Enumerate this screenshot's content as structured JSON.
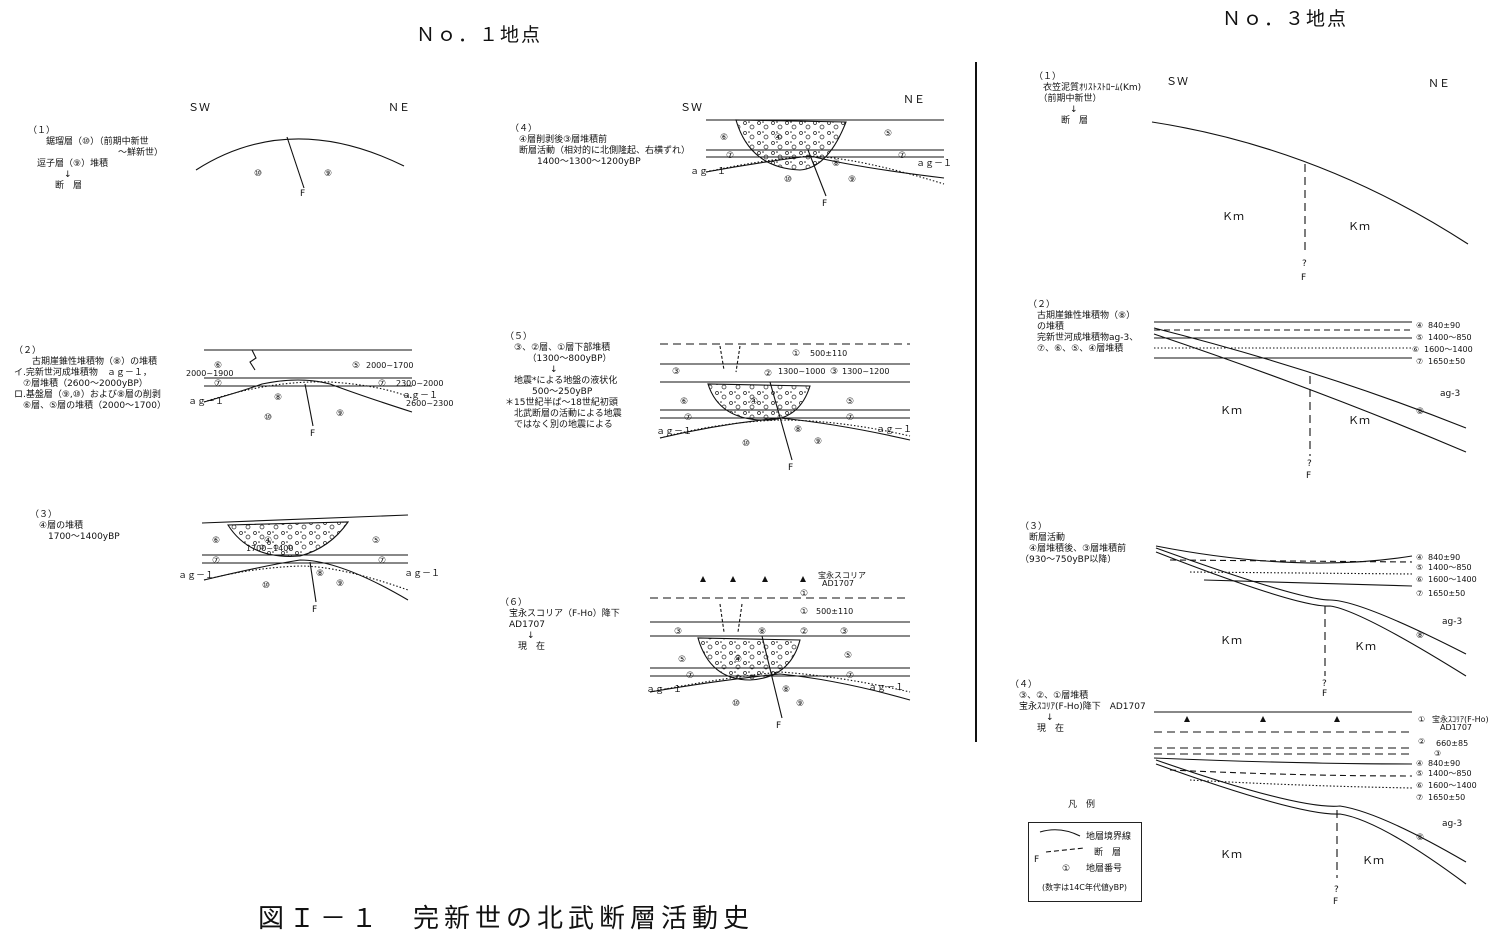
{
  "site1": {
    "title": "Ｎｏ．１地点"
  },
  "site3": {
    "title": "Ｎｏ．３地点"
  },
  "figure": {
    "title": "図Ｉ－１　完新世の北武断層活動史"
  },
  "dir": {
    "sw": "ＳＷ",
    "ne": "ＮＥ"
  },
  "steps1": {
    "s1": "（１）\n　　鋸瑠層（⑩）（前期中新世\n　　　　　　　　　　～鮮新世）\n　逗子層（⑨）堆積\n　　　　↓\n　　　断　層",
    "s2": "（２）\n　　古期崖錐性堆積物（⑧）の堆積\nイ.完新世河成堆積物　ａｇ－１，\n　⑦層堆積（2600～2000yBP）\nロ.基盤層（⑨,⑩）および⑧層の削剥\n　⑥層、⑤層の堆積（2000～1700）",
    "s3": "（３）\n　④層の堆積\n　　1700～1400yBP",
    "s4": "（４）\n　④層削剥後③層堆積前\n　断層活動（相対的に北側隆起、右横ずれ）\n　　　1400～1300～1200yBP",
    "s5": "（５）\n　③、②層、①層下部堆積\n　　　（1300～800yBP）\n　　　　　↓\n　地震*による地盤の液状化\n　　　500～250yBP\n＊15世紀半ば～18世紀初頭\n　北武断層の活動による地震\n　ではなく別の地震による",
    "s6": "（６）\n　宝永スコリア（F-Ho）降下\n　AD1707\n　　　↓\n　　現　在"
  },
  "steps3": {
    "s1": "（１）\n　衣笠泥質ｵﾘｽﾄｽﾄﾛｰﾑ(Km)\n　（前期中新世）\n　　　　↓\n　　　断　層",
    "s2": "（２）\n　古期崖錐性堆積物（⑧）\n　の堆積\n　完新世河成堆積物ag-3、\n　⑦、⑥、⑤、④層堆積",
    "s3": "（３）\n　断層活動\n　④層堆積後、③層堆積前\n（930～750yBP以降）",
    "s4": "（４）\n　③、②、①層堆積\n　宝永ｽｺﾘｱ(F-Ho)降下　AD1707\n　　　　↓\n　　　現　在"
  },
  "labels": {
    "F": "F",
    "Fq": "?",
    "Km": "Ｋｍ",
    "ag1": "ａｇ－１",
    "ag3": "ag-3",
    "u10": "⑩",
    "u9": "⑨",
    "u8": "⑧",
    "u7": "⑦",
    "u6": "⑥",
    "u5": "⑤",
    "u4": "④",
    "u3": "③",
    "u2": "②",
    "u1": "①",
    "d2000_1900": "2000~1900",
    "d2000_1700": "2000~1700",
    "d2300_2000": "2300~2000",
    "d2600_2300": "2600~2300",
    "d1700_1400": "1700~1400",
    "d500_110": "500±110",
    "d1300_1000": "1300~1000",
    "d1300_1200": "1300~1200",
    "hoei": "宝永スコリア",
    "ad1707": "AD1707",
    "c840": "840±90",
    "c1400_850": "1400～850",
    "c1600_1400": "1600～1400",
    "c1650": "1650±50",
    "c660": "660±85",
    "hoei3": "宝永ｽｺﾘｱ(F-Ho)"
  },
  "legend": {
    "title": "凡　例",
    "boundary": "地層境界線",
    "fault": "断　層",
    "unit_no": "地層番号",
    "unit_sym": "①",
    "note": "(数字は14C年代値yBP)"
  }
}
